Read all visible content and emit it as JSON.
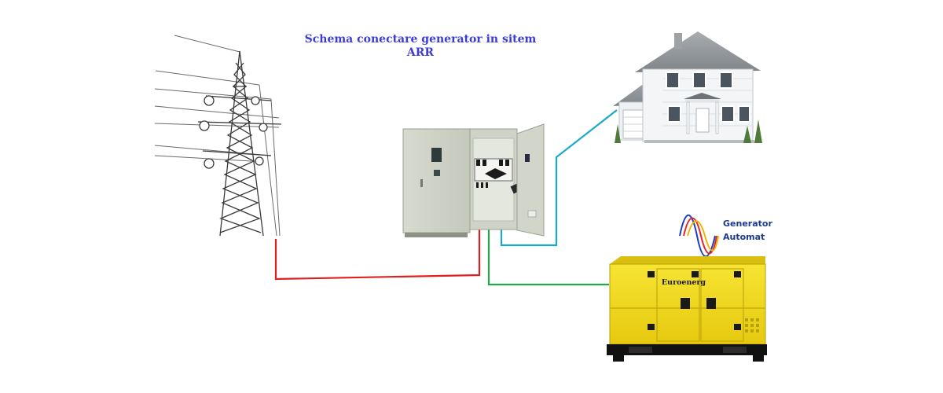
{
  "title": {
    "line1": "Schema conectare generator in sitem",
    "line2": "ARR"
  },
  "badge": {
    "line1": "Generator",
    "line2": "Automat"
  },
  "generator": {
    "brand": "Euroenerg"
  },
  "wires": {
    "grid_color": "#e02020",
    "house_color": "#1aa9c9",
    "generator_color": "#22a84a"
  }
}
